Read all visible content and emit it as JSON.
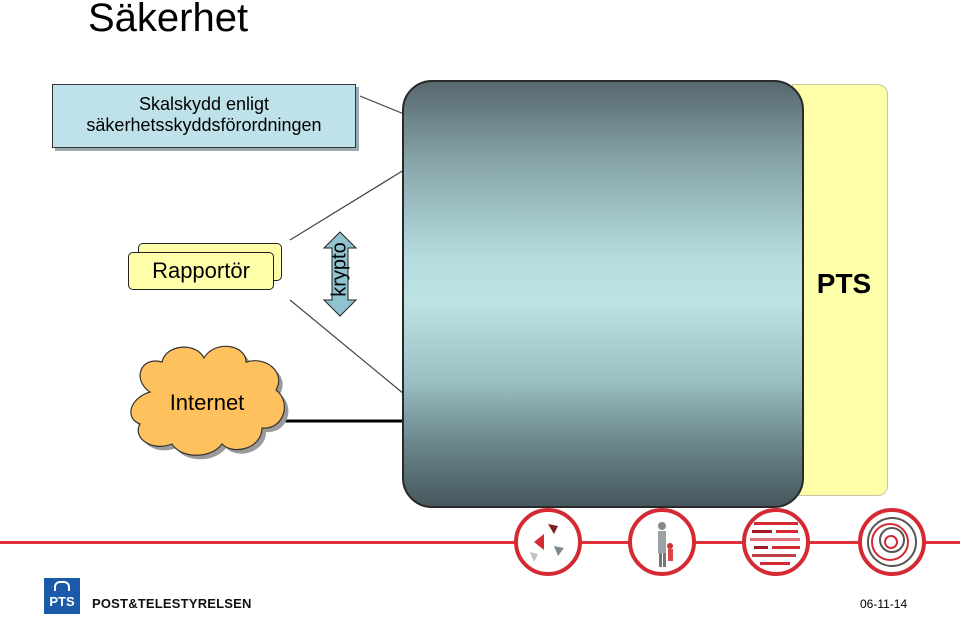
{
  "title": "Säkerhet",
  "skalskydd": {
    "line1": "Skalskydd enligt",
    "line2": "säkerhetsskyddsförordningen"
  },
  "rapportor": "Rapportör",
  "krypto": "krypto",
  "internet": "Internet",
  "pts_label": "PTS",
  "footer": {
    "brand": "POST&TELESTYRELSEN",
    "logo_text": "PTS",
    "date": "06-11-14"
  },
  "colors": {
    "accent_red": "#e0303a",
    "yellow_panel": "#ffffaa",
    "light_blue_box": "#bfe2ea",
    "logo_blue": "#1a5aa8"
  },
  "icons": [
    "arrows-icon",
    "people-icon",
    "code-grid-icon",
    "spiral-icon"
  ]
}
